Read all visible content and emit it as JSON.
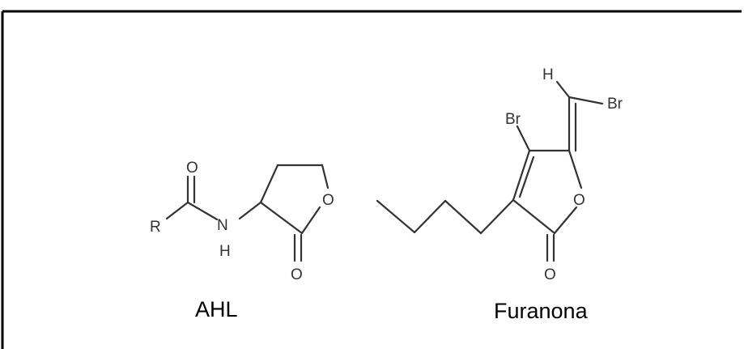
{
  "molecules": {
    "ahl": {
      "caption": "AHL",
      "labels": {
        "r": "R",
        "carbonyl_o": "O",
        "n": "N",
        "h": "H",
        "ring_o": "O",
        "lactone_o": "O"
      }
    },
    "furanona": {
      "caption": "Furanona",
      "labels": {
        "h": "H",
        "br_left": "Br",
        "br_right": "Br",
        "ring_o": "O",
        "lactone_o": "O"
      }
    }
  },
  "colors": {
    "border": "#000000",
    "bond": "#333333",
    "text": "#333333",
    "background": "#ffffff"
  }
}
